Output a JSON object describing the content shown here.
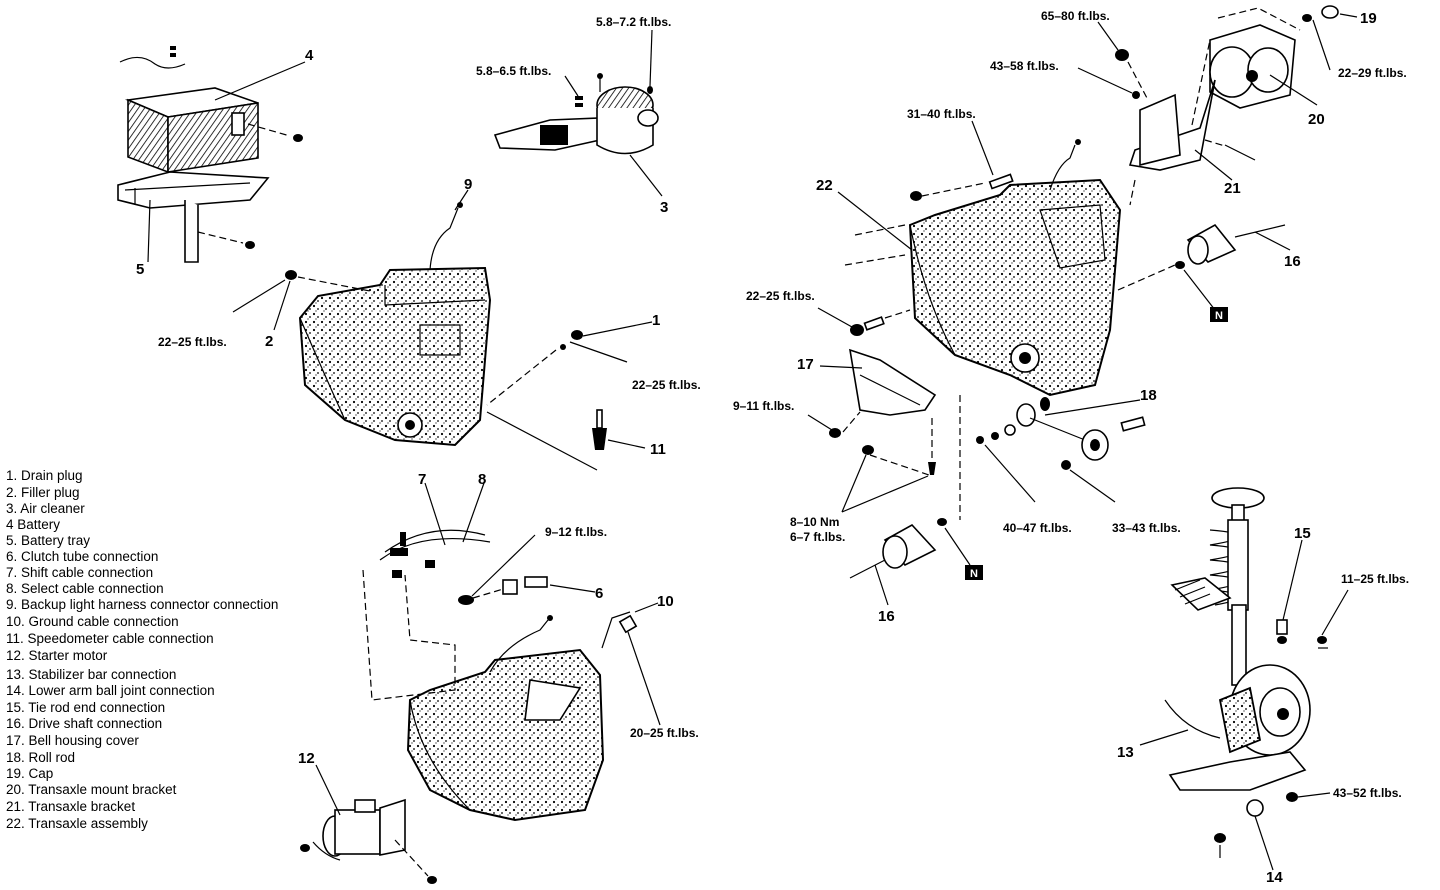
{
  "callouts": {
    "n1": "1",
    "n2": "2",
    "n3": "3",
    "n4": "4",
    "n5": "5",
    "n6": "6",
    "n7": "7",
    "n8": "8",
    "n9": "9",
    "n10": "10",
    "n11": "11",
    "n12": "12",
    "n13": "13",
    "n14": "14",
    "n15": "15",
    "n16a": "16",
    "n16b": "16",
    "n17": "17",
    "n18": "18",
    "n19": "19",
    "n20": "20",
    "n21": "21",
    "n22": "22"
  },
  "torque": {
    "t_aircleaner_a": "5.8–7.2 ft.lbs.",
    "t_aircleaner_b": "5.8–6.5 ft.lbs.",
    "t_drain": "22–25 ft.lbs.",
    "t_filler": "22–25 ft.lbs.",
    "t_fillerplug_right": "22–25 ft.lbs.",
    "t_ground": "9–12 ft.lbs.",
    "t_starter": "20–25 ft.lbs.",
    "t_mount_top": "65–80 ft.lbs.",
    "t_mount_bracket": "43–58 ft.lbs.",
    "t_cap": "22–29 ft.lbs.",
    "t_bracket": "31–40 ft.lbs.",
    "t_bellhousing": "9–11 ft.lbs.",
    "t_nm": "8–10 Nm",
    "t_nm_ftlb": "6–7 ft.lbs.",
    "t_rollrod_a": "40–47 ft.lbs.",
    "t_rollrod_b": "33–43 ft.lbs.",
    "t_tierod": "11–25 ft.lbs.",
    "t_balljoint": "43–52 ft.lbs."
  },
  "n_markers": {
    "n_upper": "N",
    "n_lower": "N"
  },
  "legend": [
    "1.  Drain plug",
    "2.  Filler plug",
    "3.  Air cleaner",
    "4   Battery",
    "5.  Battery tray",
    "6.  Clutch tube connection",
    "7.  Shift cable connection",
    "8.  Select cable connection",
    "9.  Backup light harness connector connection",
    "10.  Ground cable connection",
    "11.  Speedometer cable connection",
    "12.  Starter motor",
    "13.  Stabilizer bar connection",
    "14.  Lower arm ball joint connection",
    "15.  Tie rod end connection",
    "16.  Drive shaft connection",
    "17.  Bell housing cover",
    "18.  Roll rod",
    "19.  Cap",
    "20.  Transaxle mount bracket",
    "21.  Transaxle bracket",
    "22.  Transaxle assembly"
  ]
}
